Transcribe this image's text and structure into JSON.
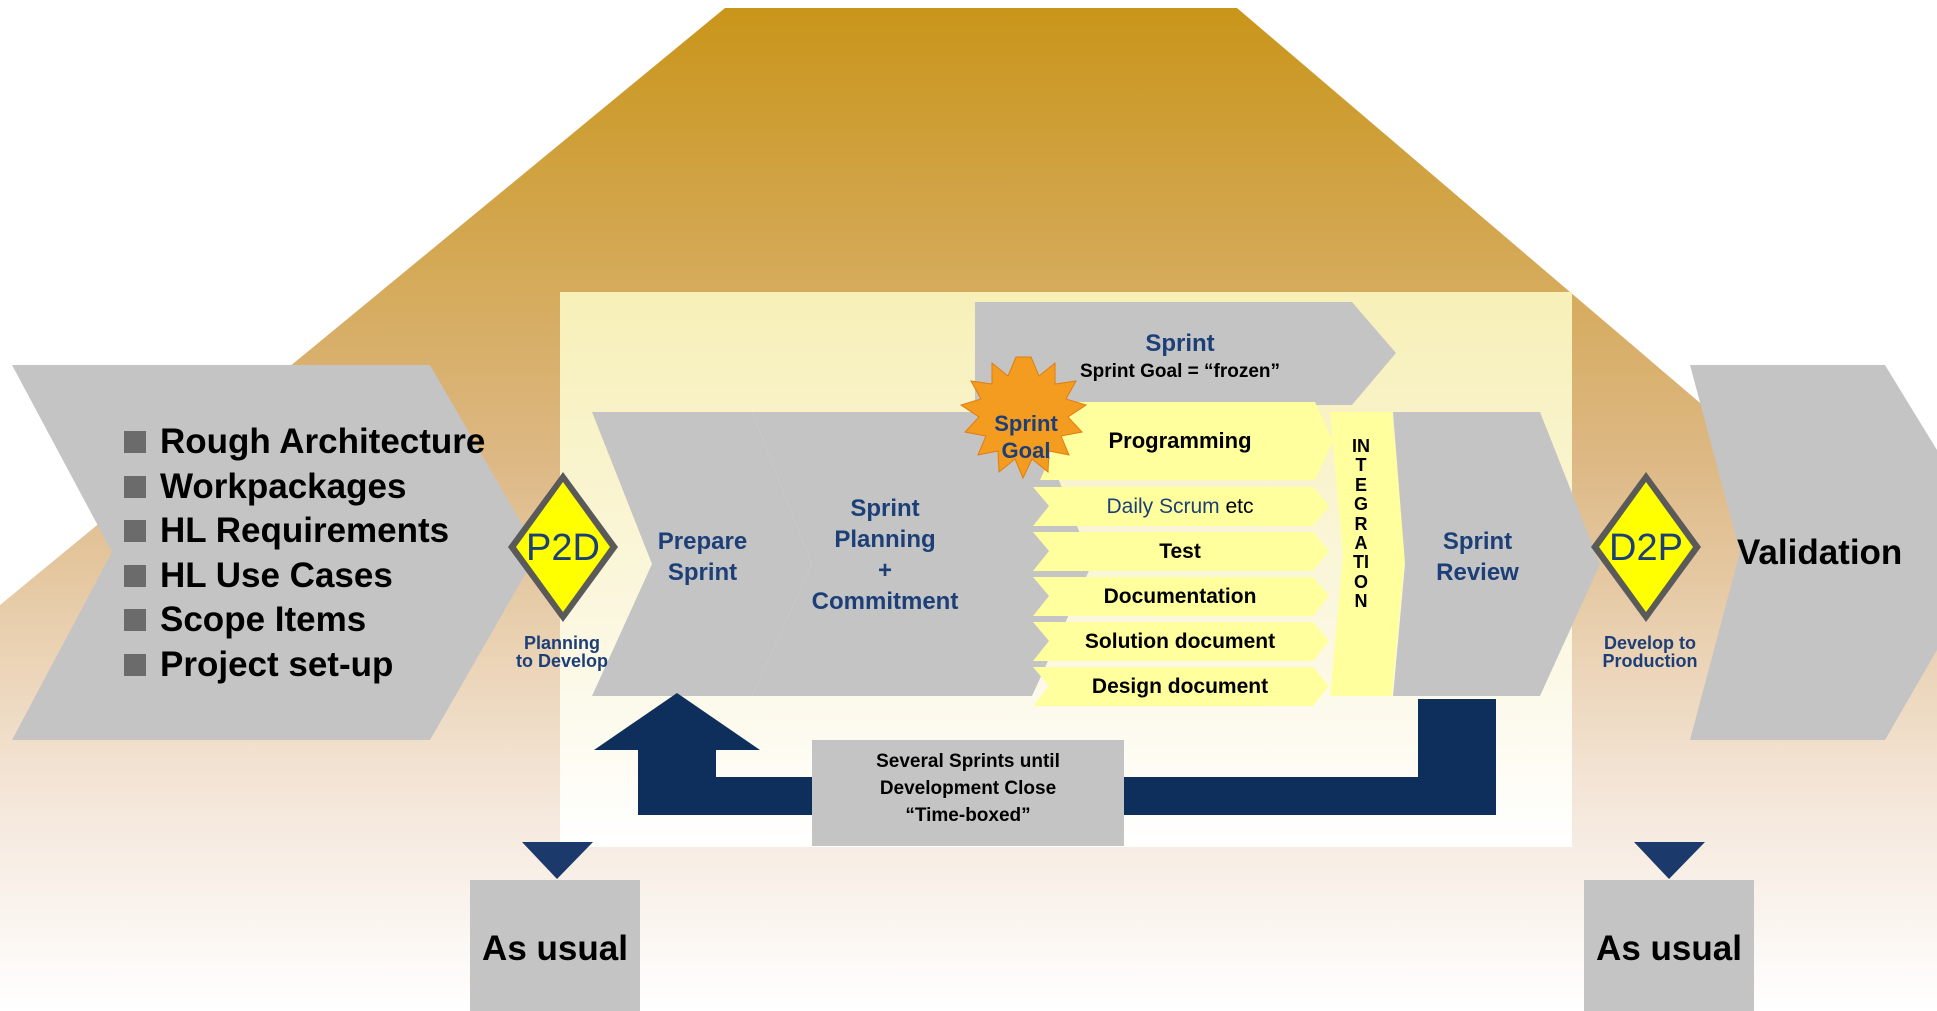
{
  "colors": {
    "navy": "#1c3f78",
    "gray_chevron": "#c4c4c4",
    "yellow_diamond": "#ffff00",
    "sprint_goal_star": "#f39c1f",
    "pill_yellow": "#ffff9d"
  },
  "left_block": {
    "items": [
      "Rough Architecture",
      "Workpackages",
      "HL Requirements",
      "HL Use Cases",
      "Scope Items",
      "Project set-up"
    ]
  },
  "p2d": {
    "label": "P2D",
    "caption_line1": "Planning",
    "caption_line2": "to Develop"
  },
  "d2p": {
    "label": "D2P",
    "caption_line1": "Develop to",
    "caption_line2": "Production"
  },
  "prepare_sprint": {
    "line1": "Prepare",
    "line2": "Sprint"
  },
  "sprint_planning": {
    "line1": "Sprint",
    "line2": "Planning",
    "line3": "+",
    "line4": "Commitment"
  },
  "sprint_header": {
    "title": "Sprint",
    "subtitle": "Sprint Goal = “frozen”"
  },
  "sprint_goal": {
    "line1": "Sprint",
    "line2": "Goal"
  },
  "activities": [
    "Programming",
    "Daily Scrum etc",
    "Test",
    "Documentation",
    "Solution document",
    "Design document"
  ],
  "integration": "INTEGRATION",
  "sprint_review": {
    "line1": "Sprint",
    "line2": "Review"
  },
  "validation": "Validation",
  "loop_note": {
    "line1": "Several Sprints until",
    "line2": "Development Close",
    "line3": "“Time-boxed”"
  },
  "as_usual_left": "As usual",
  "as_usual_right": "As usual"
}
